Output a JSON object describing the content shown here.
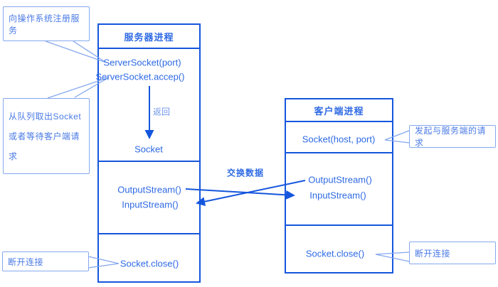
{
  "colors": {
    "primary": "#1456dd",
    "code-text": "#2e6ae4",
    "label-light": "#6e95ea",
    "callout-border": "#85a8ee",
    "callout-text": "#4a7ae6",
    "bg": "#ffffff"
  },
  "server": {
    "title": "服务器进程",
    "steps": {
      "server_socket": "ServerSocket(port)",
      "accept": "ServerSocket.accep()",
      "return_label": "返回",
      "socket": "Socket",
      "output_stream": "OutputStream()",
      "input_stream": "InputStream()",
      "close": "Socket.close()"
    }
  },
  "client": {
    "title": "客户端进程",
    "steps": {
      "socket": "Socket(host, port)",
      "output_stream": "OutputStream()",
      "input_stream": "InputStream()",
      "close": "Socket.close()"
    }
  },
  "callouts": {
    "register": "向操作系统注册服务",
    "queue_line1": "从队列取出Socket",
    "queue_line2": "或者等待客户端请求",
    "server_disconnect": "断开连接",
    "client_request": "发起与服务端的请求",
    "client_disconnect": "断开连接"
  },
  "labels": {
    "exchange": "交换数据"
  }
}
